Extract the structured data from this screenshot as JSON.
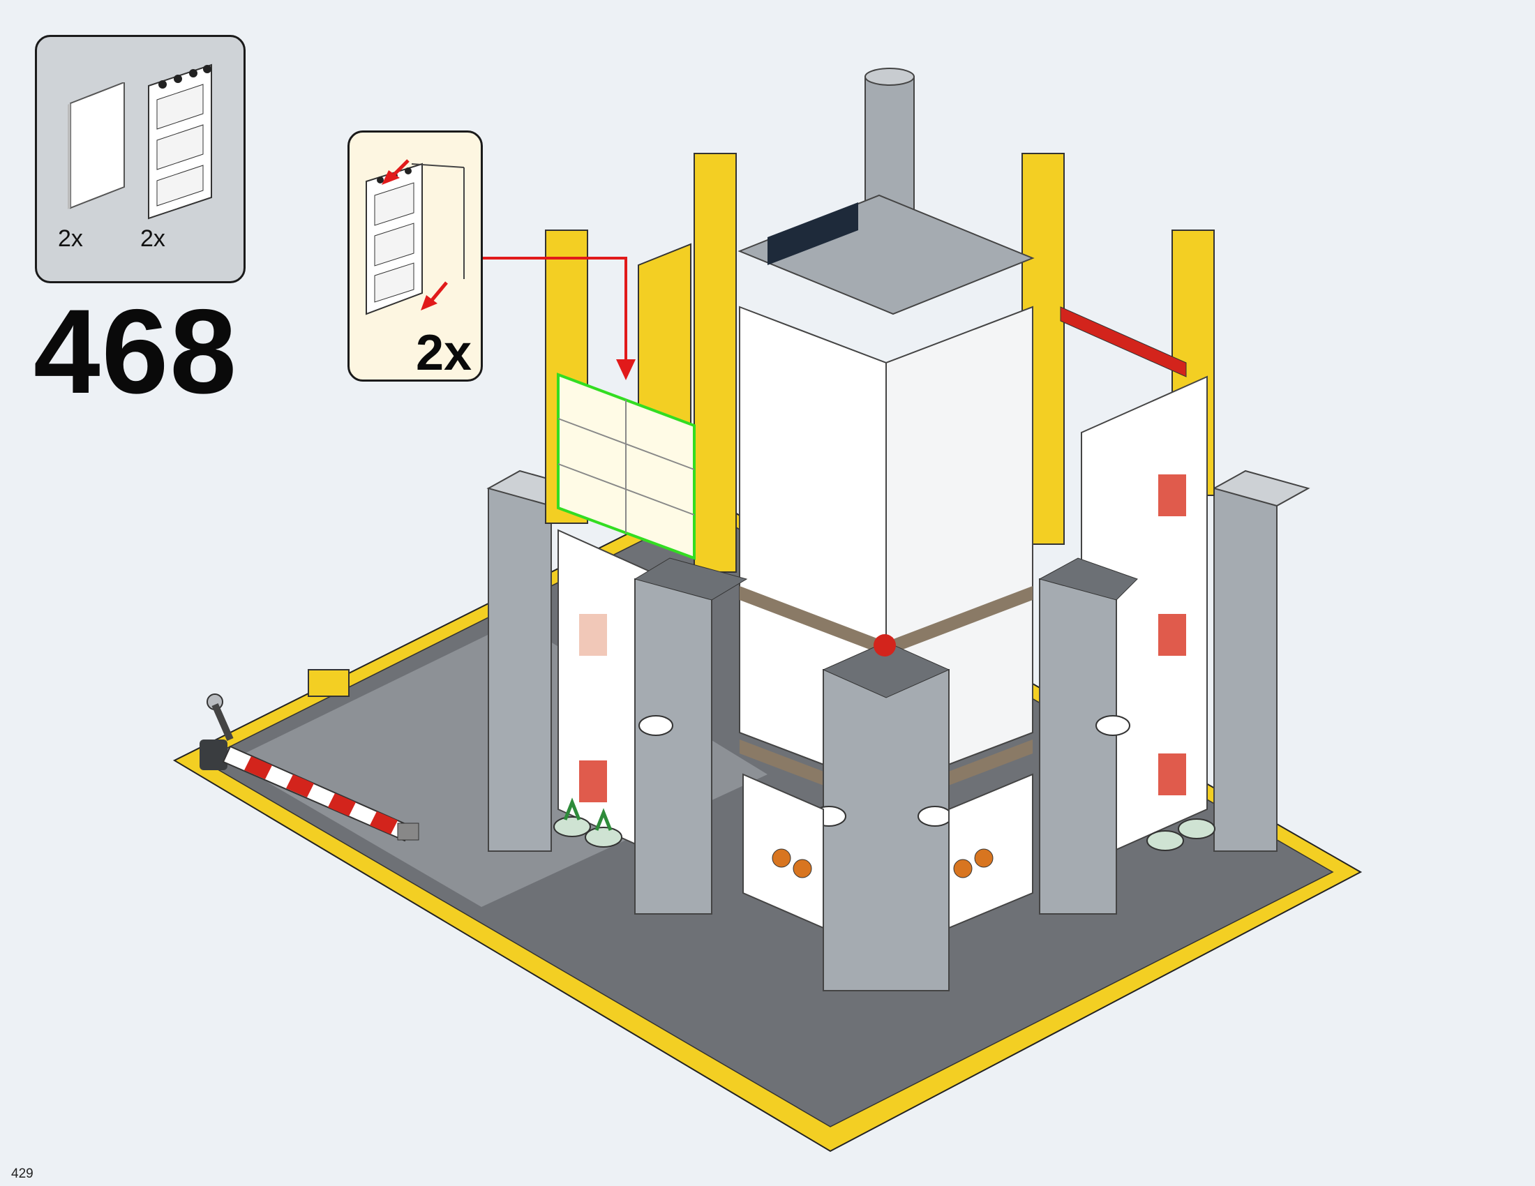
{
  "step": {
    "number": "468"
  },
  "parts_list": {
    "parts": [
      {
        "name": "glass-pane",
        "qty": "2x"
      },
      {
        "name": "window-frame",
        "qty": "2x"
      }
    ]
  },
  "sub_assembly": {
    "qty": "2x"
  },
  "page": {
    "number": "429"
  },
  "colors": {
    "background": "#edf1f5",
    "yellow": "#f3cf23",
    "grey": "#a5abb1",
    "dark_grey": "#6c7075",
    "red": "#d3241c",
    "highlight": "#33dd22"
  }
}
